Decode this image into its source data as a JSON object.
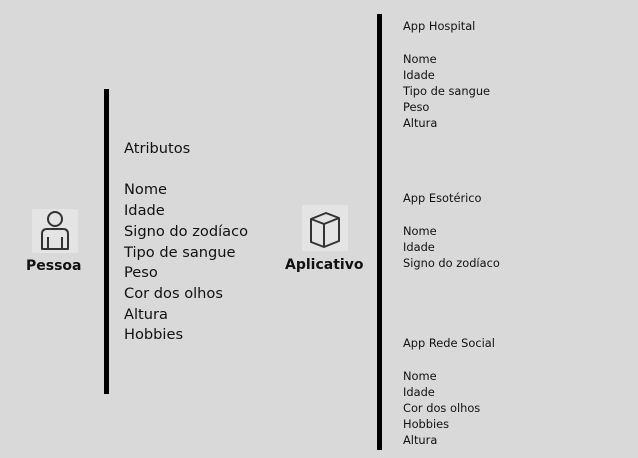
{
  "pessoa": {
    "label": "Pessoa",
    "icon": "person-icon"
  },
  "atributos": {
    "title": "Atributos",
    "items": [
      "Nome",
      "Idade",
      "Signo do zodíaco",
      "Tipo de sangue",
      "Peso",
      "Cor dos olhos",
      "Altura",
      "Hobbies"
    ]
  },
  "aplicativo": {
    "label": "Aplicativo",
    "icon": "box-icon"
  },
  "apps": [
    {
      "title": "App Hospital",
      "items": [
        "Nome",
        "Idade",
        "Tipo de sangue",
        "Peso",
        "Altura"
      ]
    },
    {
      "title": "App Esotérico",
      "items": [
        "Nome",
        "Idade",
        "Signo do zodíaco"
      ]
    },
    {
      "title": "App Rede Social",
      "items": [
        "Nome",
        "Idade",
        "Cor dos olhos",
        "Hobbies",
        "Altura"
      ]
    }
  ],
  "colors": {
    "background": "#d9d9d9",
    "line": "#000000",
    "icon_background": "#e4e4e4"
  }
}
